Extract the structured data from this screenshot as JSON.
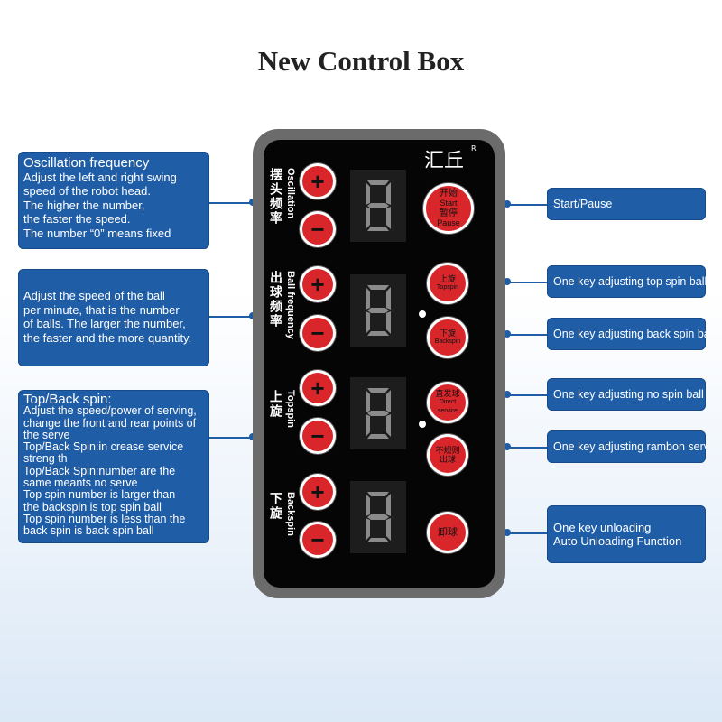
{
  "title": "New Control Box",
  "left_callouts": [
    {
      "lines": [
        "Oscillation frequency",
        "Adjust the left and right swing",
        "speed of the robot head.",
        "The higher the number,",
        "the faster the speed.",
        "The number “0” means fixed"
      ]
    },
    {
      "lines": [
        "Adjust the speed of the ball",
        "per minute, that is the number",
        "of balls. The larger the number,",
        "the faster and the more quantity."
      ]
    },
    {
      "lines": [
        "Top/Back spin:",
        "Adjust the speed/power of serving,",
        "change the front and rear points of",
        "the serve",
        "Top/Back Spin:in crease service",
        "streng th",
        "Top/Back Spin:number are the",
        "same meants no serve",
        "Top spin number is larger than",
        "the backspin is top spin ball",
        "Top spin number is less than the",
        "back spin is back spin ball"
      ]
    }
  ],
  "right_callouts": [
    {
      "lines": [
        "Start/Pause"
      ]
    },
    {
      "lines": [
        "One key adjusting top spin ball"
      ]
    },
    {
      "lines": [
        "One key adjusting back spin ball"
      ]
    },
    {
      "lines": [
        "One key adjusting no spin ball"
      ]
    },
    {
      "lines": [
        "One key adjusting rambon serving"
      ]
    },
    {
      "lines": [
        "One key unloading",
        "Auto Unloading Function"
      ]
    }
  ],
  "panel": {
    "logo": "汇丘",
    "logo_mark": "R",
    "plus": "+",
    "minus": "−",
    "rows": [
      {
        "cn": "摆头频率",
        "en": "Oscillation",
        "display": "8"
      },
      {
        "cn": "出球频率",
        "en": "Ball frequency",
        "display": "8"
      },
      {
        "cn": "上旋",
        "en": "Topspin",
        "display": "8"
      },
      {
        "cn": "下旋",
        "en": "Backspin",
        "display": "8"
      }
    ],
    "start_button": {
      "line1": "开始",
      "line2": "Start",
      "line3": "暂停",
      "line4": "Pause"
    },
    "function_buttons": [
      {
        "cn": "上旋",
        "en": "Topspin"
      },
      {
        "cn": "下旋",
        "en": "Backspin"
      },
      {
        "cn": "直发球",
        "en": "Direct service"
      },
      {
        "cn": "不规则",
        "en": "出球"
      },
      {
        "cn": "卸球",
        "en": ""
      }
    ]
  }
}
